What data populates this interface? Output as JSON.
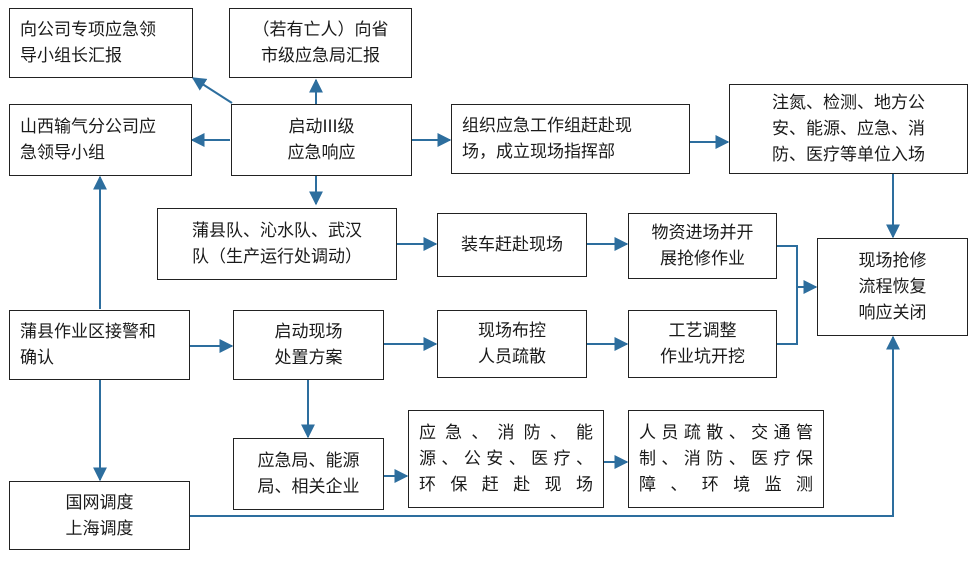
{
  "colors": {
    "arrow": "#2d6e9e",
    "border": "#222222",
    "text": "#1a1a1a"
  },
  "boxes": {
    "report_company": "向公司专项应急领\n导小组长汇报",
    "report_province": "（若有亡人）向省\n市级应急局汇报",
    "shanxi_leader": "山西输气分公司应\n急领导小组",
    "start_level3": "启动III级\n应急响应",
    "org_team": "组织应急工作组赶赴现\n场，成立现场指挥部",
    "units_arrive": "注氮、检测、地方公\n安、能源、应急、消\n防、医疗等单位入场",
    "teams": "蒲县队、沁水队、武汉\n队（生产运行处调动）",
    "load_truck": "装车赶赴现场",
    "materials": "物资进场并开\n展抢修作业",
    "repair_close": "现场抢修\n流程恢复\n响应关闭",
    "puxian_alarm": "蒲县作业区接警和\n确认",
    "start_plan": "启动现场\n处置方案",
    "site_control": "现场布控\n人员疏散",
    "process_adjust": "工艺调整\n作业坑开挖",
    "emergency_bureau": "应急局、能源\n局、相关企业",
    "emergency_agencies": "应急、消防、能\n源、公安、医疗、\n环保赶赴现场",
    "evacuation": "人员疏散、交通管\n制、消防、医疗保\n障、环境监测",
    "grid_dispatch": "国网调度\n上海调度"
  }
}
